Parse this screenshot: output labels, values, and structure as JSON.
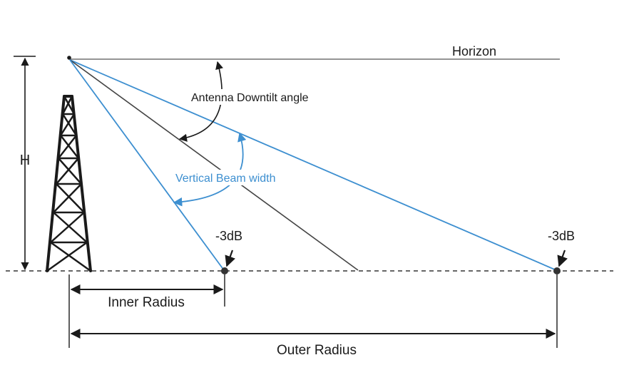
{
  "labels": {
    "horizon": "Horizon",
    "downtilt": "Antenna Downtilt angle",
    "beamwidth": "Vertical Beam width",
    "height": "H",
    "db_inner": "-3dB",
    "db_outer": "-3dB",
    "inner_radius": "Inner Radius",
    "outer_radius": "Outer Radius"
  },
  "colors": {
    "beam": "#3d8fd0",
    "ink": "#1a1a1a",
    "line": "#444444"
  }
}
